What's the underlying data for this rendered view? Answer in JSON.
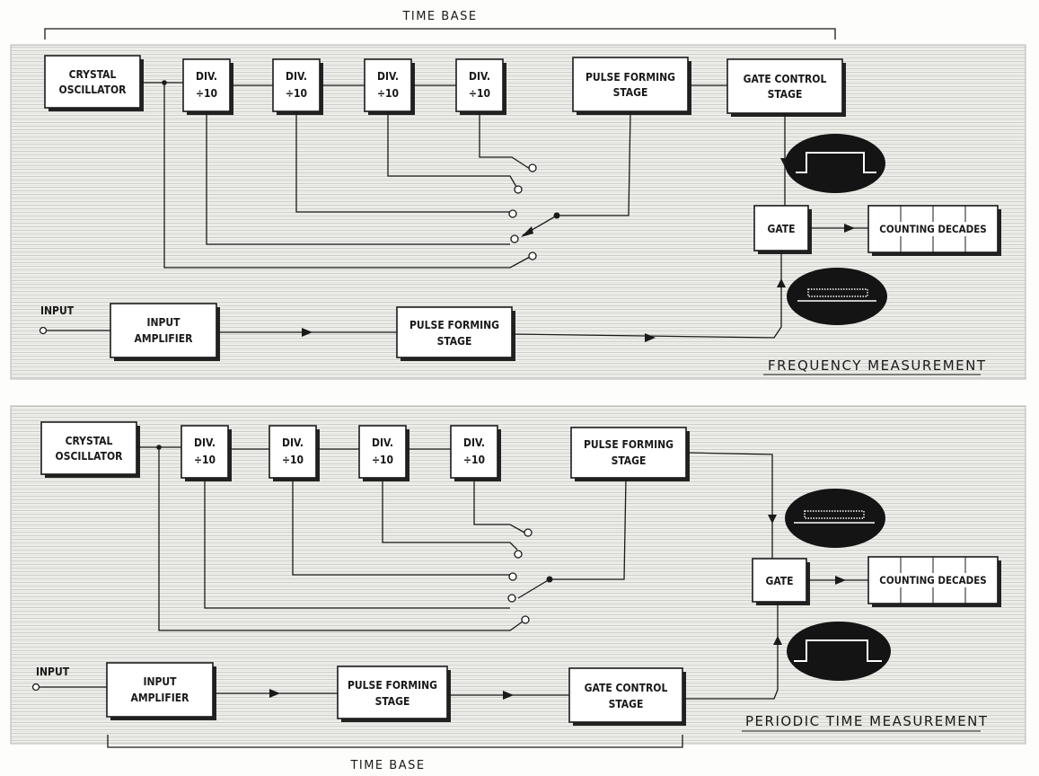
{
  "top_diagram": {
    "time_base": "TIME BASE",
    "crystal_oscillator": [
      "CRYSTAL",
      "OSCILLATOR"
    ],
    "dividers": [
      [
        "DIV.",
        "÷10"
      ],
      [
        "DIV.",
        "÷10"
      ],
      [
        "DIV.",
        "÷10"
      ],
      [
        "DIV.",
        "÷10"
      ]
    ],
    "pulse_forming_stage_1": [
      "PULSE FORMING",
      "STAGE"
    ],
    "gate_control_stage": [
      "GATE CONTROL",
      "STAGE"
    ],
    "gate": "GATE",
    "counting_decades": "COUNTING DECADES",
    "input": "INPUT",
    "input_amplifier": [
      "INPUT",
      "AMPLIFIER"
    ],
    "pulse_forming_stage_2": [
      "PULSE FORMING",
      "STAGE"
    ],
    "caption": "FREQUENCY MEASUREMENT"
  },
  "bottom_diagram": {
    "crystal_oscillator": [
      "CRYSTAL",
      "OSCILLATOR"
    ],
    "dividers": [
      [
        "DIV.",
        "÷10"
      ],
      [
        "DIV.",
        "÷10"
      ],
      [
        "DIV.",
        "÷10"
      ],
      [
        "DIV.",
        "÷10"
      ]
    ],
    "pulse_forming_stage_1": [
      "PULSE FORMING",
      "STAGE"
    ],
    "gate": "GATE",
    "counting_decades": "COUNTING DECADES",
    "input": "INPUT",
    "input_amplifier": [
      "INPUT",
      "AMPLIFIER"
    ],
    "pulse_forming_stage_2": [
      "PULSE FORMING",
      "STAGE"
    ],
    "gate_control_stage": [
      "GATE CONTROL",
      "STAGE"
    ],
    "caption": "PERIODIC TIME MEASUREMENT",
    "time_base": "TIME BASE"
  }
}
